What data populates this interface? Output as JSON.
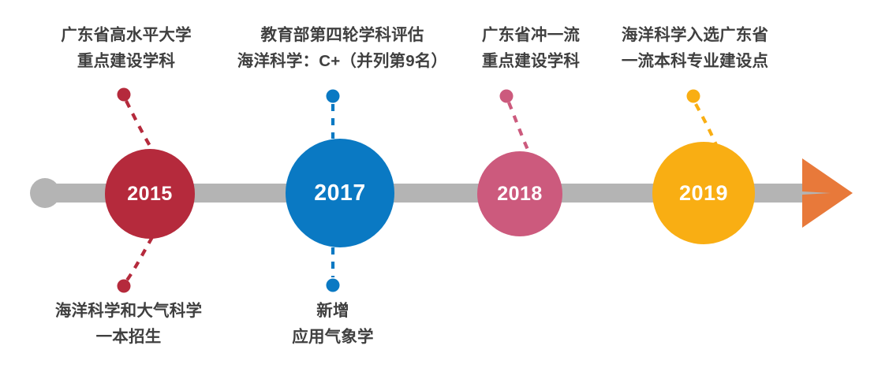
{
  "diagram": {
    "type": "horizontal-timeline",
    "title_visible": false,
    "background": "#ffffff",
    "axis": {
      "bar_color": "#b4b4b4",
      "start_cap": "circle",
      "end_cap": "chevron-arrow",
      "arrow_color": "#e8793a"
    }
  },
  "milestones": [
    {
      "year": "2015",
      "color": "#b52a3c",
      "label_above": {
        "line1": "广东省高水平大学",
        "line2": "重点建设学科"
      },
      "label_below": {
        "line1": "海洋科学和大气科学",
        "line2": "一本招生"
      }
    },
    {
      "year": "2017",
      "color": "#0a79c3",
      "label_above": {
        "line1": "教育部第四轮学科评估",
        "line2": "海洋科学：C+（并列第9名）"
      },
      "label_below": {
        "line1": "新增",
        "line2": "应用气象学"
      }
    },
    {
      "year": "2018",
      "color": "#cc5a7d",
      "label_above": {
        "line1": "广东省冲一流",
        "line2": "重点建设学科"
      },
      "label_below": null
    },
    {
      "year": "2019",
      "color": "#f9ae13",
      "label_above": {
        "line1": "海洋科学入选广东省",
        "line2": "一流本科专业建设点"
      },
      "label_below": null
    }
  ]
}
